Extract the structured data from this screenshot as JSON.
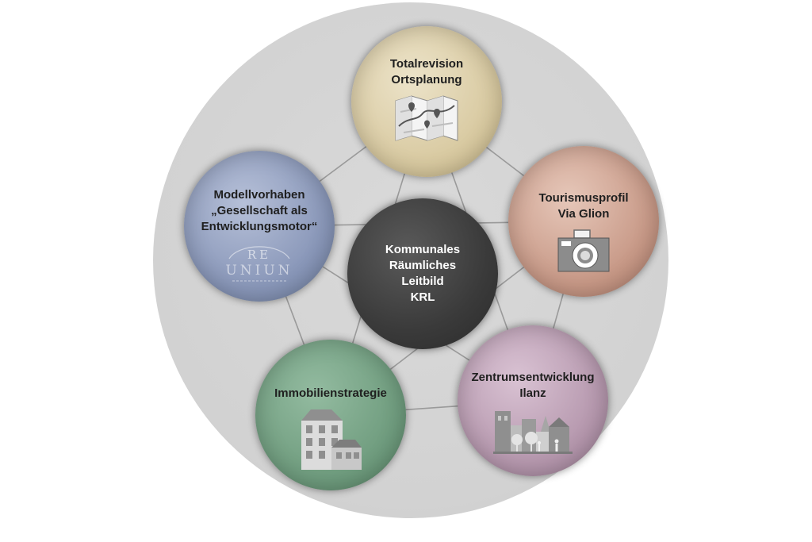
{
  "diagram": {
    "center": {
      "label": "Kommunales\nRäumliches\nLeitbild\nKRL"
    },
    "nodes": [
      {
        "id": "top",
        "label": "Totalrevision\nOrtsplanung",
        "icon": "folded-map-icon"
      },
      {
        "id": "right",
        "label": "Tourismusprofil\nVia Glion",
        "icon": "camera-icon"
      },
      {
        "id": "bottom-right",
        "label": "Zentrumsentwicklung\nIlanz",
        "icon": "town-center-icon"
      },
      {
        "id": "bottom-left",
        "label": "Immobilienstrategie",
        "icon": "buildings-icon"
      },
      {
        "id": "left",
        "label": "Modellvorhaben\n„Gesellschaft als\nEntwicklungsmotor“",
        "icon": "reuniun-logo-icon"
      }
    ],
    "logo": {
      "line1": "RE",
      "line2": "UNIUN"
    },
    "colors": {
      "background_circle": "#d4d4d4",
      "center": "#3a3a3a",
      "top": "#d8c9a0",
      "right": "#c79886",
      "bottom_right": "#b597ad",
      "bottom_left": "#6f9c7e",
      "left": "#8896b8",
      "links": "#9a9a9a"
    }
  }
}
